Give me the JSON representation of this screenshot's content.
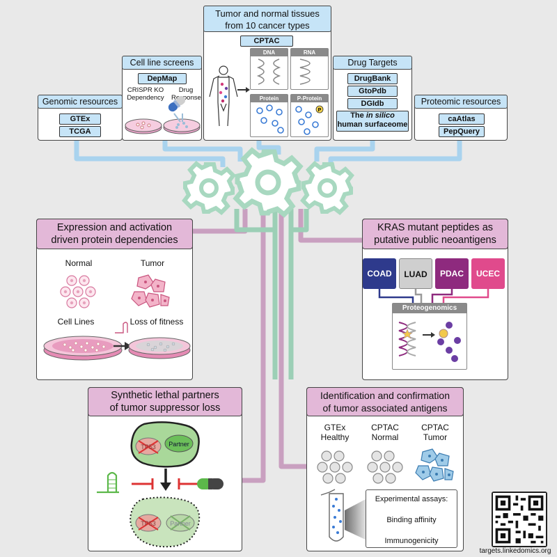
{
  "top": {
    "tissues": {
      "title": "Tumor and normal tissues\nfrom 10 cancer types",
      "tag": "CPTAC",
      "dna": "DNA",
      "rna": "RNA",
      "protein": "Protein",
      "pprotein": "P-Protein",
      "p_badge": "P"
    },
    "cell_lines": {
      "title": "Cell line screens",
      "tag": "DepMap",
      "crispr": "CRISPR KO\nDependency",
      "drug": "Drug\nResponse"
    },
    "genomic": {
      "title": "Genomic resources",
      "items": [
        "GTEx",
        "TCGA"
      ]
    },
    "drug_targets": {
      "title": "Drug Targets",
      "items": [
        "DrugBank",
        "GtoPdb",
        "DGIdb"
      ],
      "surfaceome_pre": "The ",
      "surfaceome_em": "in silico",
      "surfaceome_post": "human surfaceome"
    },
    "proteomic": {
      "title": "Proteomic resources",
      "items": [
        "caAtlas",
        "PepQuery"
      ]
    }
  },
  "expression": {
    "title": "Expression and activation\ndriven protein dependencies",
    "normal": "Normal",
    "tumor": "Tumor",
    "cell_lines": "Cell Lines",
    "loss": "Loss of fitness"
  },
  "kras": {
    "title": "KRAS mutant peptides as\nputative public neoantigens",
    "types": [
      "COAD",
      "LUAD",
      "PDAC",
      "UCEC"
    ],
    "proteogenomics": "Proteogenomics"
  },
  "synthetic": {
    "title": "Synthetic lethal partners\nof tumor suppressor loss",
    "tp53": "TP53",
    "partner": "Partner"
  },
  "antigens": {
    "title": "Identification and confirmation\nof tumor associated antigens",
    "col1": "GTEx\nHealthy",
    "col2": "CPTAC\nNormal",
    "col3": "CPTAC\nTumor",
    "assays_title": "Experimental assays:",
    "assay1": "Binding affinity",
    "assay2": "Immunogenicity"
  },
  "footer": {
    "url": "targets.linkedomics.org"
  },
  "colors": {
    "blue_line": "#a9d3ee",
    "pink_line": "#c9a0c0",
    "green_line": "#9ccfb6",
    "gear": "#a8d8c0",
    "coad": "#2e3a8c",
    "luad": "#cfcfcf",
    "pdac": "#8e2a7e",
    "ucec": "#e04a8c"
  }
}
